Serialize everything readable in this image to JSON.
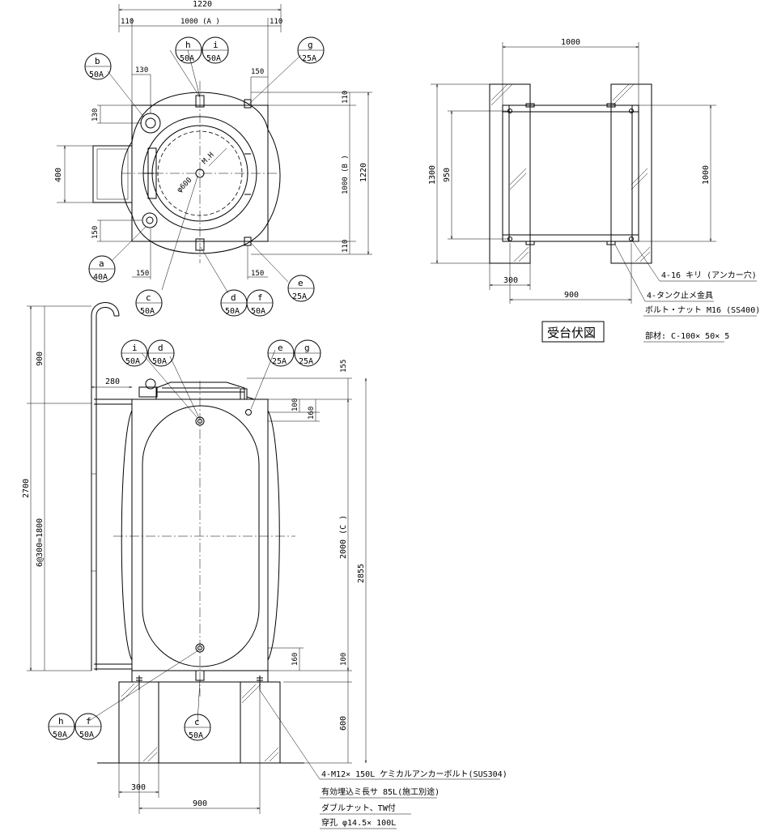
{
  "top_view": {
    "dims": {
      "overall_w": "1220",
      "left_margin": "110",
      "width_a": "1000 (A )",
      "right_margin": "110",
      "top_margin": "110",
      "width_b": "1000 (B )",
      "overall_h": "1220",
      "bottom_margin": "110",
      "d130h": "130",
      "d130v": "130",
      "d150top": "150",
      "d400": "400",
      "d150left": "150",
      "d150bl": "150",
      "d150br": "150",
      "mh": "M.H",
      "phi600": "φ600"
    },
    "bubbles": [
      {
        "letter": "h",
        "size": "50A"
      },
      {
        "letter": "i",
        "size": "50A"
      },
      {
        "letter": "g",
        "size": "25A"
      },
      {
        "letter": "b",
        "size": "50A"
      },
      {
        "letter": "a",
        "size": "40A"
      },
      {
        "letter": "c",
        "size": "50A"
      },
      {
        "letter": "d",
        "size": "50A"
      },
      {
        "letter": "f",
        "size": "50A"
      },
      {
        "letter": "e",
        "size": "25A"
      }
    ]
  },
  "front_view": {
    "dims": {
      "d900": "900",
      "d2700": "2700",
      "pitch": "6@300=1800",
      "d280": "280",
      "d155": "155",
      "d100top": "100",
      "d160top": "160",
      "height_c": "2000 (C )",
      "d2855": "2855",
      "d160bot": "160",
      "d100bot": "100",
      "d600": "600",
      "d300": "300",
      "d900base": "900"
    },
    "bubbles": [
      {
        "letter": "i",
        "size": "50A"
      },
      {
        "letter": "d",
        "size": "50A"
      },
      {
        "letter": "e",
        "size": "25A"
      },
      {
        "letter": "g",
        "size": "25A"
      },
      {
        "letter": "h",
        "size": "50A"
      },
      {
        "letter": "f",
        "size": "50A"
      },
      {
        "letter": "c",
        "size": "50A"
      }
    ],
    "anchor_notes": [
      "4-M12× 150L ケミカルアンカーボルト(SUS304)",
      "有効埋込ミ長サ 85L(施工別途)",
      "ダブルナット、TW付",
      "穿孔 φ14.5× 100L"
    ]
  },
  "base_view": {
    "dims": {
      "d1000top": "1000",
      "d1300": "1300",
      "d950": "950",
      "d1000right": "1000",
      "d300": "300",
      "d900": "900"
    },
    "notes": [
      "4-16 キリ (アンカー穴)",
      "4-タンク止メ金具",
      "ボルト・ナット M16 (SS400)"
    ],
    "title": "受台伏図",
    "material": "部材: C-100× 50× 5"
  }
}
